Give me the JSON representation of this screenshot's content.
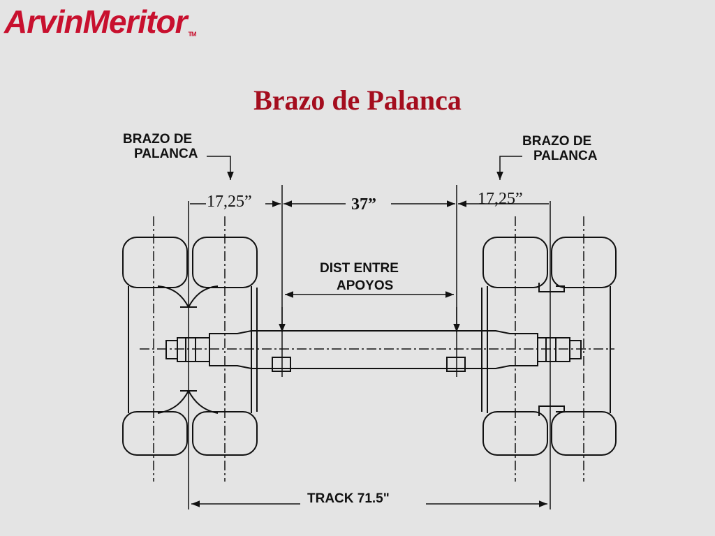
{
  "brand": {
    "name": "ArvinMeritor",
    "trademark": "TM"
  },
  "title": "Brazo de Palanca",
  "labels": {
    "left_arm": [
      "BRAZO DE",
      "PALANCA"
    ],
    "right_arm": [
      "BRAZO DE",
      "PALANCA"
    ],
    "center": [
      "DIST ENTRE",
      "APOYOS"
    ],
    "track": "TRACK 71.5\""
  },
  "dimensions": {
    "left": "17,25”",
    "center": "37”",
    "right": "17,25”"
  },
  "colors": {
    "brand": "#c8102e",
    "title": "#a40d1e",
    "line": "#111111",
    "background": "#e4e4e4"
  }
}
